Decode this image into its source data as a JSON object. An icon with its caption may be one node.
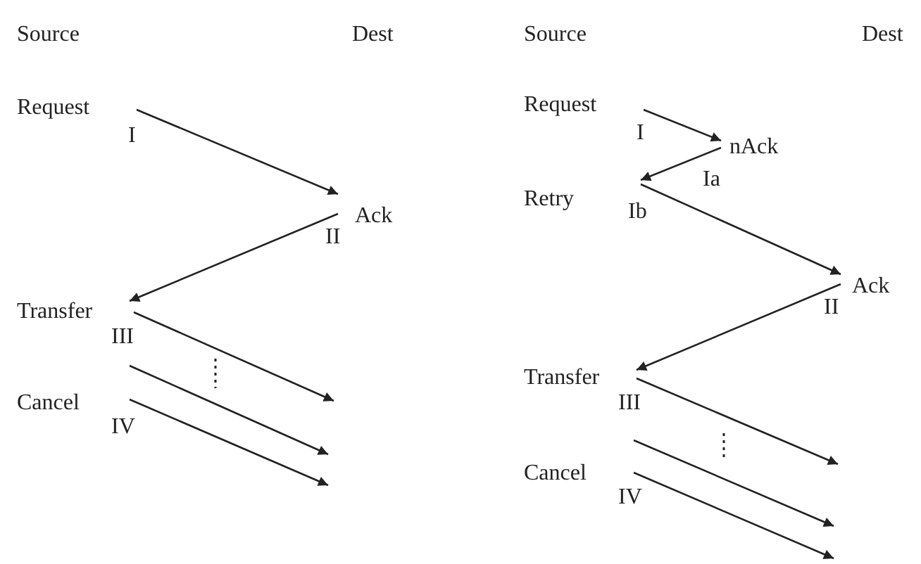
{
  "diagram": {
    "nodes": [
      {
        "text": [
          "Request"
        ],
        "beside": [
          "I"
        ]
      },
      {
        "text": [
          "Ack"
        ],
        "beside": [
          "II"
        ]
      },
      {
        "text": [
          "Transfer"
        ],
        "beside": [
          "III"
        ]
      },
      {
        "text": [
          "Cancel"
        ],
        "beside": [
          "IV"
        ]
      },
      {
        "text": [
          "Request"
        ],
        "beside": [
          "I"
        ]
      },
      {
        "text": [
          "nAck"
        ],
        "beside": [
          "Ia"
        ]
      },
      {
        "text": [
          "Retry"
        ],
        "beside": [
          "Ib"
        ]
      },
      {
        "text": [
          "Ack"
        ],
        "beside": [
          "II"
        ]
      },
      {
        "text": [
          "Transfer"
        ],
        "beside": [
          "III"
        ]
      },
      {
        "text": [
          "Cancel"
        ],
        "beside": [
          "IV"
        ]
      }
    ],
    "edges": [
      {
        "from": 0,
        "to": 1,
        "arrow": "to"
      },
      {
        "from": 1,
        "to": 2,
        "arrow": "to"
      },
      {
        "from": 2,
        "to": null,
        "arrow": "to"
      },
      {
        "from": 2,
        "to": null,
        "arrow": "to"
      },
      {
        "from": 3,
        "to": null,
        "arrow": "to"
      },
      {
        "from": 4,
        "to": 5,
        "arrow": "to"
      },
      {
        "from": 5,
        "to": 6,
        "arrow": "to"
      },
      {
        "from": 6,
        "to": 7,
        "arrow": "to"
      },
      {
        "from": 7,
        "to": 8,
        "arrow": "to"
      },
      {
        "from": 8,
        "to": null,
        "arrow": "to"
      },
      {
        "from": 8,
        "to": null,
        "arrow": "to"
      },
      {
        "from": 9,
        "to": null,
        "arrow": "to"
      }
    ],
    "labels": [
      "Source",
      "Dest",
      "Source",
      "Dest"
    ]
  }
}
